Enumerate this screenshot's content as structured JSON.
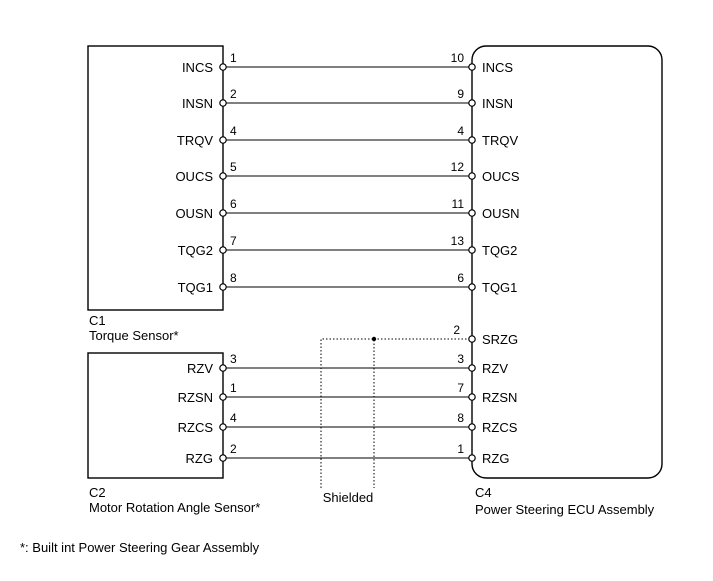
{
  "components": {
    "c1": {
      "code": "C1",
      "name": "Torque Sensor*"
    },
    "c2": {
      "code": "C2",
      "name": "Motor Rotation Angle Sensor*"
    },
    "c4": {
      "code": "C4",
      "name": "Power Steering ECU Assembly"
    }
  },
  "wires_c1": [
    {
      "left_label": "INCS",
      "left_pin": "1",
      "right_pin": "10",
      "right_label": "INCS"
    },
    {
      "left_label": "INSN",
      "left_pin": "2",
      "right_pin": "9",
      "right_label": "INSN"
    },
    {
      "left_label": "TRQV",
      "left_pin": "4",
      "right_pin": "4",
      "right_label": "TRQV"
    },
    {
      "left_label": "OUCS",
      "left_pin": "5",
      "right_pin": "12",
      "right_label": "OUCS"
    },
    {
      "left_label": "OUSN",
      "left_pin": "6",
      "right_pin": "11",
      "right_label": "OUSN"
    },
    {
      "left_label": "TQG2",
      "left_pin": "7",
      "right_pin": "13",
      "right_label": "TQG2"
    },
    {
      "left_label": "TQG1",
      "left_pin": "8",
      "right_pin": "6",
      "right_label": "TQG1"
    }
  ],
  "srzg": {
    "right_pin": "2",
    "right_label": "SRZG"
  },
  "wires_c2": [
    {
      "left_label": "RZV",
      "left_pin": "3",
      "right_pin": "3",
      "right_label": "RZV"
    },
    {
      "left_label": "RZSN",
      "left_pin": "1",
      "right_pin": "7",
      "right_label": "RZSN"
    },
    {
      "left_label": "RZCS",
      "left_pin": "4",
      "right_pin": "8",
      "right_label": "RZCS"
    },
    {
      "left_label": "RZG",
      "left_pin": "2",
      "right_pin": "1",
      "right_label": "RZG"
    }
  ],
  "shield_label": "Shielded",
  "footnote": "*: Built int Power Steering Gear Assembly"
}
